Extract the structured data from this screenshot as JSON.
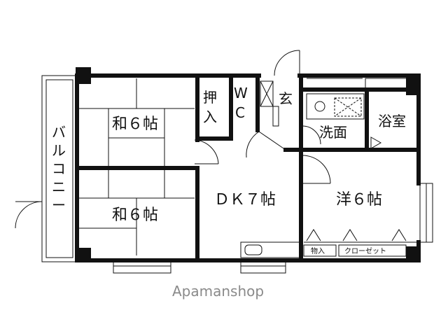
{
  "rooms": {
    "washitsu_upper": "和６帖",
    "washitsu_lower": "和６帖",
    "dk": "ＤＫ７帖",
    "youshitsu": "洋６帖",
    "bath": "浴室",
    "washroom": "洗面",
    "toilet_w": "W",
    "toilet_c": "C",
    "entrance": "玄",
    "oshiire_1": "押",
    "oshiire_2": "入",
    "balcony": [
      "バ",
      "ル",
      "コ",
      "ニ",
      "ー"
    ],
    "storage": "物入",
    "closet": "クローゼット"
  },
  "watermark": "Apamanshop"
}
